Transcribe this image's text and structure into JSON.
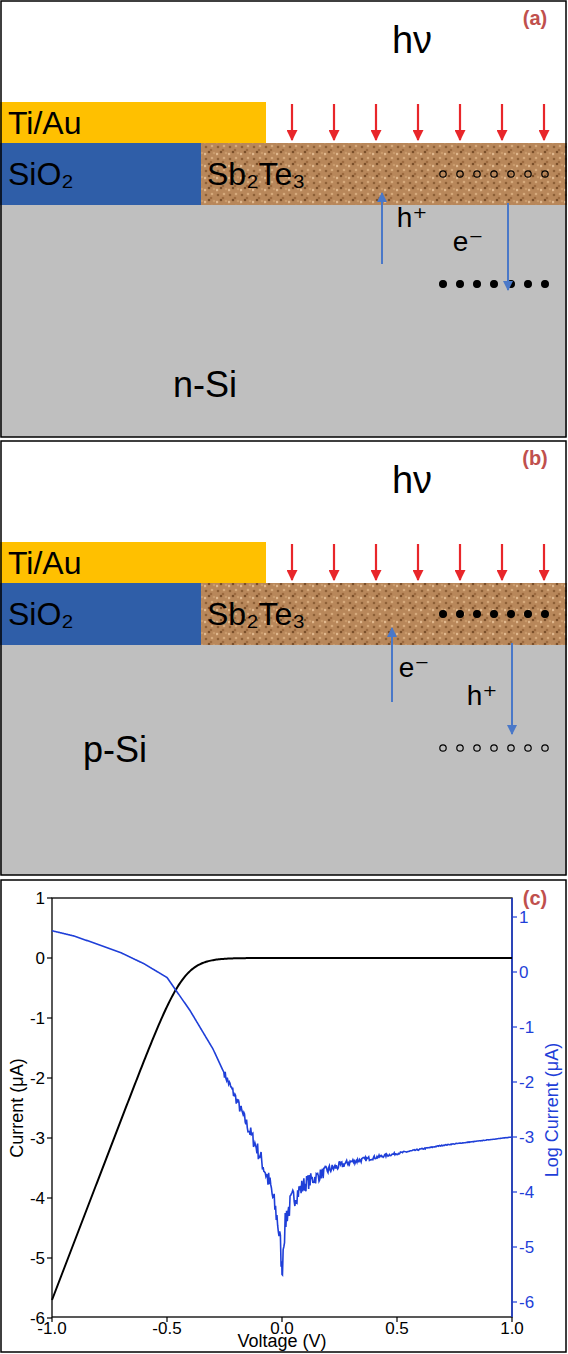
{
  "diagram": {
    "nodes": [
      {
        "text": [
          "Ti/Au"
        ]
      },
      {
        "text": [
          "SiO₂"
        ]
      },
      {
        "text": [
          "Sb₂Te₃"
        ]
      },
      {
        "text": [
          "n-Si"
        ]
      },
      {
        "text": [
          "Ti/Au"
        ]
      },
      {
        "text": [
          "SiO₂"
        ]
      },
      {
        "text": [
          "Sb₂Te₃"
        ]
      },
      {
        "text": [
          "p-Si"
        ]
      }
    ],
    "labels": [
      "hν",
      "(a)",
      "h⁺",
      "e⁻",
      "hν",
      "(b)",
      "e⁻",
      "h⁺",
      "(c)",
      "Current (μA)",
      "Log Current (μA)",
      "Voltage (V)",
      "1",
      "0",
      "-1",
      "-2",
      "-3",
      "-4",
      "-5",
      "-6",
      "1",
      "0",
      "-1",
      "-2",
      "-3",
      "-4",
      "-5",
      "-6",
      "-1.0",
      "-0.5",
      "0.0",
      "0.5",
      "1.0"
    ]
  }
}
